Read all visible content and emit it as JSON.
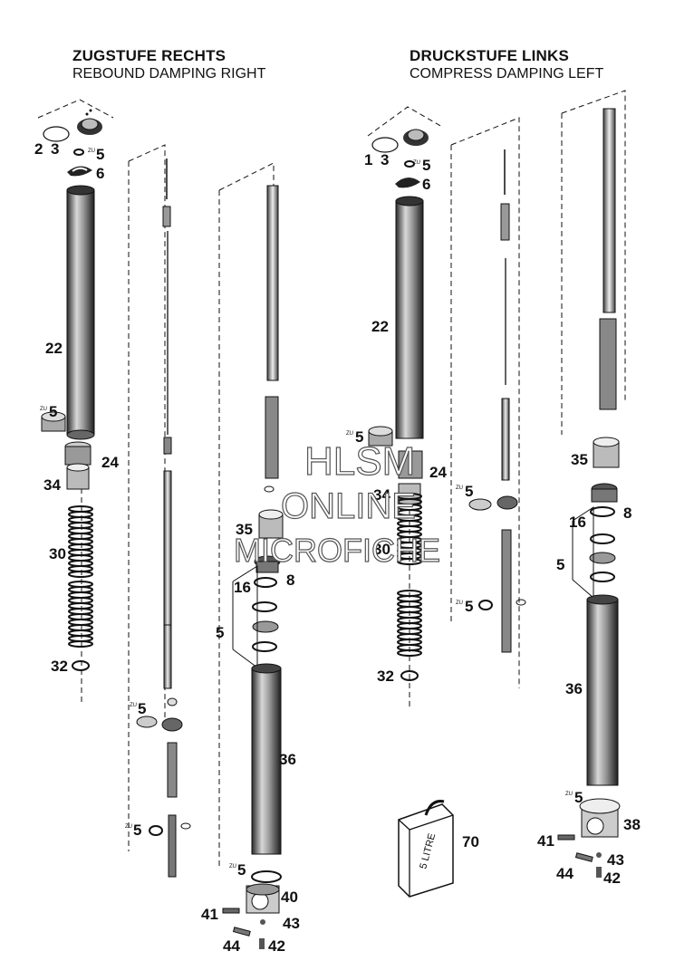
{
  "headers": {
    "right": {
      "title": "ZUGSTUFE RECHTS",
      "subtitle": "REBOUND DAMPING RIGHT"
    },
    "left": {
      "title": "DRUCKSTUFE LINKS",
      "subtitle": "COMPRESS DAMPING LEFT"
    }
  },
  "callouts": {
    "r_2": "2",
    "r_3": "3",
    "r_5a": "5",
    "r_6": "6",
    "r_22": "22",
    "r_5b": "5",
    "r_24": "24",
    "r_34": "34",
    "r_30": "30",
    "r_32": "32",
    "r_5c": "5",
    "r_5d": "5",
    "r_35": "35",
    "r_16": "16",
    "r_8": "8",
    "r_5e": "5",
    "r_36": "36",
    "r_5f": "5",
    "r_40": "40",
    "r_41": "41",
    "r_43": "43",
    "r_44": "44",
    "r_42": "42",
    "l_1": "1",
    "l_3": "3",
    "l_5a": "5",
    "l_6": "6",
    "l_22": "22",
    "l_5b": "5",
    "l_24": "24",
    "l_34": "34",
    "l_30": "30",
    "l_32": "32",
    "l_5c": "5",
    "l_5d": "5",
    "l_35": "35",
    "l_16": "16",
    "l_8": "8",
    "l_5e": "5",
    "l_36": "36",
    "l_5f": "5",
    "l_38": "38",
    "l_41": "41",
    "l_43": "43",
    "l_44": "44",
    "l_42": "42",
    "l_70": "70"
  },
  "zu_mark": "ZU",
  "oil_can_label": "5 LITRE",
  "watermark": {
    "line1": "HLSM",
    "line2": "ONLINE",
    "line3": "MICROFICHE"
  }
}
